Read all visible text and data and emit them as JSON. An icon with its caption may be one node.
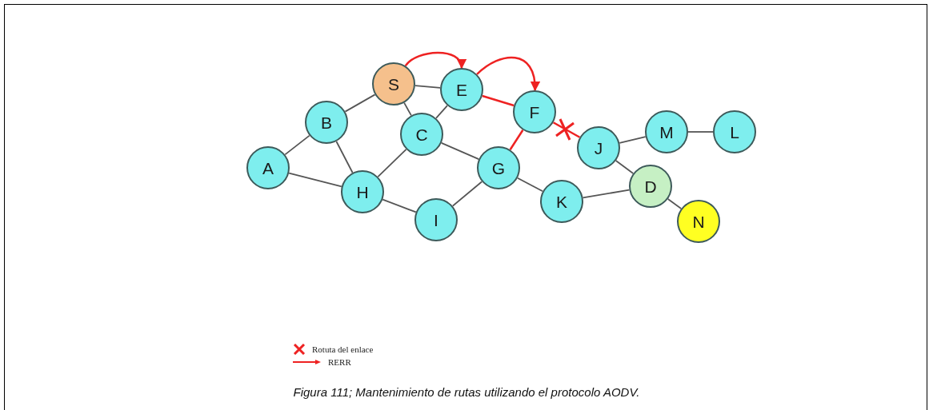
{
  "diagram": {
    "caption": "Figura 111; Mantenimiento de rutas utilizando el protocolo AODV.",
    "nodes": [
      {
        "text": [
          "S"
        ]
      },
      {
        "text": [
          "E"
        ]
      },
      {
        "text": [
          "B"
        ]
      },
      {
        "text": [
          "C"
        ]
      },
      {
        "text": [
          "F"
        ]
      },
      {
        "text": [
          "A"
        ]
      },
      {
        "text": [
          "J"
        ]
      },
      {
        "text": [
          "M"
        ]
      },
      {
        "text": [
          "L"
        ]
      },
      {
        "text": [
          "G"
        ]
      },
      {
        "text": [
          "H"
        ]
      },
      {
        "text": [
          "D"
        ]
      },
      {
        "text": [
          "K"
        ]
      },
      {
        "text": [
          "I"
        ]
      },
      {
        "text": [
          "N"
        ]
      }
    ],
    "edges": [
      {
        "from": 0,
        "to": 1,
        "arrow": "none"
      },
      {
        "from": 0,
        "to": 2,
        "arrow": "none"
      },
      {
        "from": 0,
        "to": 3,
        "arrow": "none"
      },
      {
        "from": 1,
        "to": 3,
        "arrow": "none"
      },
      {
        "from": 2,
        "to": 5,
        "arrow": "none"
      },
      {
        "from": 2,
        "to": 10,
        "arrow": "none"
      },
      {
        "from": 5,
        "to": 10,
        "arrow": "none"
      },
      {
        "from": 3,
        "to": 10,
        "arrow": "none"
      },
      {
        "from": 3,
        "to": 9,
        "arrow": "none"
      },
      {
        "from": 10,
        "to": 13,
        "arrow": "none"
      },
      {
        "from": 13,
        "to": 9,
        "arrow": "none"
      },
      {
        "from": 9,
        "to": 12,
        "arrow": "none"
      },
      {
        "from": 12,
        "to": 11,
        "arrow": "none"
      },
      {
        "from": 6,
        "to": 11,
        "arrow": "none"
      },
      {
        "from": 6,
        "to": 7,
        "arrow": "none"
      },
      {
        "from": 7,
        "to": 8,
        "arrow": "none"
      },
      {
        "from": 11,
        "to": 14,
        "arrow": "none"
      },
      {
        "from": 1,
        "to": 4,
        "arrow": "none",
        "color": "#ee2222"
      },
      {
        "from": 4,
        "to": 9,
        "arrow": "none",
        "color": "#ee2222"
      },
      {
        "from": 4,
        "to": 6,
        "arrow": "none",
        "color": "#ee2222"
      },
      {
        "from": 0,
        "to": 1,
        "arrow": "to",
        "color": "#ee2222"
      },
      {
        "from": 1,
        "to": 4,
        "arrow": "to",
        "color": "#ee2222"
      }
    ],
    "legend": [
      {
        "text": "Rotuta del enlace"
      },
      {
        "text": "RERR"
      }
    ]
  }
}
